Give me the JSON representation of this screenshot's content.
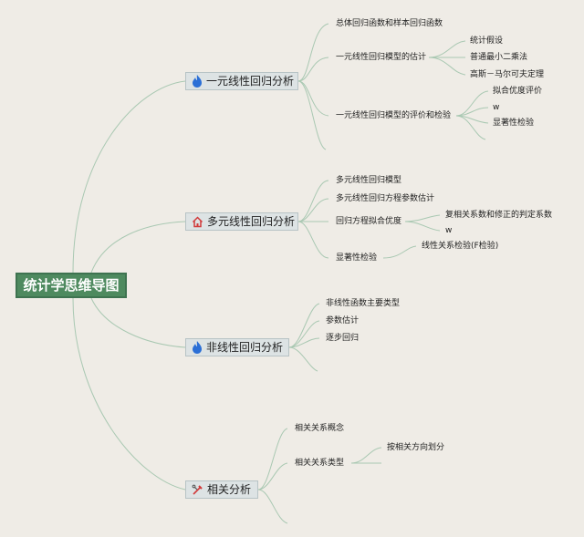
{
  "root": {
    "label": "统计学思维导图"
  },
  "branches": [
    {
      "label": "一元线性回归分析",
      "icon": "flame-icon",
      "icon_color": "#2b6fd6",
      "children": [
        {
          "label": "总体回归函数和样本回归函数"
        },
        {
          "label": "一元线性回归模型的估计",
          "children": [
            "统计假设",
            "普通最小二乘法",
            "高斯－马尔可夫定理"
          ]
        },
        {
          "label": "一元线性回归模型的评价和检验",
          "children": [
            "拟合优度评价",
            "w",
            "显著性检验"
          ]
        }
      ]
    },
    {
      "label": "多元线性回归分析",
      "icon": "home-icon",
      "icon_color": "#d23a3a",
      "children": [
        {
          "label": "多元线性回归模型"
        },
        {
          "label": "多元线性回归方程参数估计"
        },
        {
          "label": "回归方程拟合优度",
          "children": [
            "复相关系数和修正的判定系数",
            "w"
          ]
        },
        {
          "label": "显著性检验",
          "children": [
            "线性关系检验(F检验)"
          ]
        }
      ]
    },
    {
      "label": "非线性回归分析",
      "icon": "flame-icon",
      "icon_color": "#2b6fd6",
      "children": [
        {
          "label": "非线性函数主要类型"
        },
        {
          "label": "参数估计"
        },
        {
          "label": "逐步回归"
        }
      ]
    },
    {
      "label": "相关分析",
      "icon": "tools-icon",
      "icon_color": "#d23a3a",
      "children": [
        {
          "label": "相关关系概念"
        },
        {
          "label": "相关关系类型",
          "children": [
            "按相关方向划分"
          ]
        }
      ]
    }
  ],
  "colors": {
    "line": "#a9c8b2",
    "root_bg": "#4e8a5f",
    "branch_bg": "#dde3e4"
  }
}
